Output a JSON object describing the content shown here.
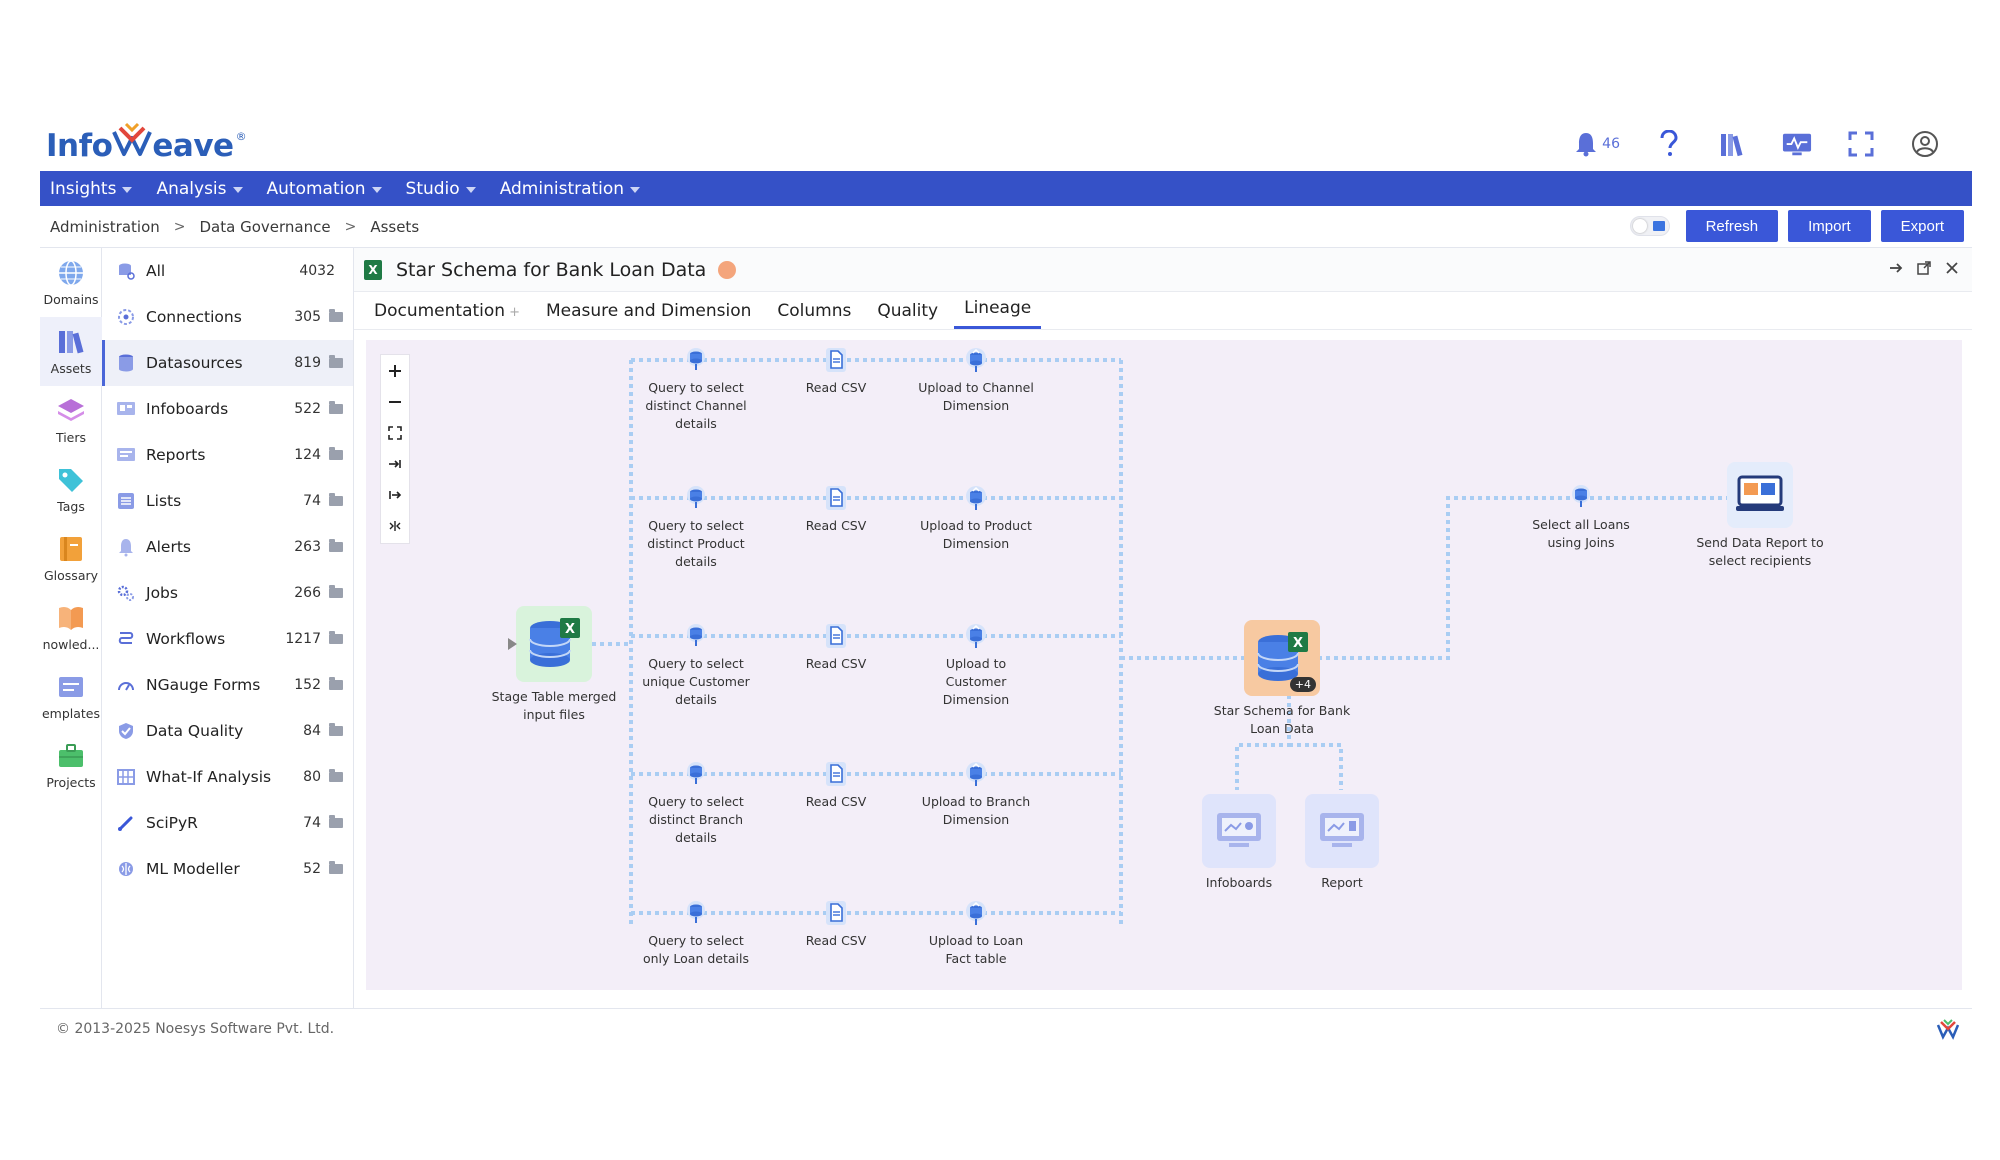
{
  "app": {
    "logo_prefix": "Info",
    "logo_suffix": "eave",
    "logo_registered": "®",
    "notification_count": "46"
  },
  "menu": [
    {
      "label": "Insights"
    },
    {
      "label": "Analysis"
    },
    {
      "label": "Automation"
    },
    {
      "label": "Studio"
    },
    {
      "label": "Administration"
    }
  ],
  "breadcrumb": [
    "Administration",
    "Data Governance",
    "Assets"
  ],
  "actions": {
    "refresh": "Refresh",
    "import": "Import",
    "export": "Export"
  },
  "rail": [
    {
      "label": "Domains"
    },
    {
      "label": "Assets"
    },
    {
      "label": "Tiers"
    },
    {
      "label": "Tags"
    },
    {
      "label": "Glossary"
    },
    {
      "label": "nowled..."
    },
    {
      "label": "emplates"
    },
    {
      "label": "Projects"
    }
  ],
  "assets": [
    {
      "name": "All",
      "count": "4032"
    },
    {
      "name": "Connections",
      "count": "305"
    },
    {
      "name": "Datasources",
      "count": "819"
    },
    {
      "name": "Infoboards",
      "count": "522"
    },
    {
      "name": "Reports",
      "count": "124"
    },
    {
      "name": "Lists",
      "count": "74"
    },
    {
      "name": "Alerts",
      "count": "263"
    },
    {
      "name": "Jobs",
      "count": "266"
    },
    {
      "name": "Workflows",
      "count": "1217"
    },
    {
      "name": "NGauge Forms",
      "count": "152"
    },
    {
      "name": "Data Quality",
      "count": "84"
    },
    {
      "name": "What-If Analysis",
      "count": "80"
    },
    {
      "name": "SciPyR",
      "count": "74"
    },
    {
      "name": "ML Modeller",
      "count": "52"
    }
  ],
  "detail": {
    "title": "Star Schema for Bank Loan Data",
    "tabs": [
      {
        "label": "Documentation",
        "suffix": "+"
      },
      {
        "label": "Measure and Dimension"
      },
      {
        "label": "Columns"
      },
      {
        "label": "Quality"
      },
      {
        "label": "Lineage"
      }
    ]
  },
  "lineage": {
    "source": {
      "label": "Stage Table merged input files"
    },
    "rows": [
      {
        "query": "Query to select distinct Channel details",
        "read": "Read CSV",
        "upload": "Upload to Channel Dimension"
      },
      {
        "query": "Query to select distinct Product details",
        "read": "Read CSV",
        "upload": "Upload to Product Dimension"
      },
      {
        "query": "Query to select unique Customer details",
        "read": "Read CSV",
        "upload": "Upload to Customer Dimension"
      },
      {
        "query": "Query to select distinct Branch details",
        "read": "Read CSV",
        "upload": "Upload to Branch Dimension"
      },
      {
        "query": "Query to select only Loan details",
        "read": "Read CSV",
        "upload": "Upload to Loan Fact table"
      }
    ],
    "center": {
      "label": "Star Schema for Bank Loan Data",
      "badge": "+4"
    },
    "outputs": [
      {
        "label": "Infoboards"
      },
      {
        "label": "Report"
      }
    ],
    "downstream": [
      {
        "label": "Select all Loans using Joins"
      },
      {
        "label": "Send Data Report to select recipients"
      }
    ]
  },
  "footer": {
    "copyright": "© 2013-2025 Noesys Software Pvt. Ltd."
  },
  "colors": {
    "menubar": "#3551c7",
    "button": "#3a57d8",
    "canvas": "#f3eef8",
    "connector": "#a9cdf3"
  }
}
